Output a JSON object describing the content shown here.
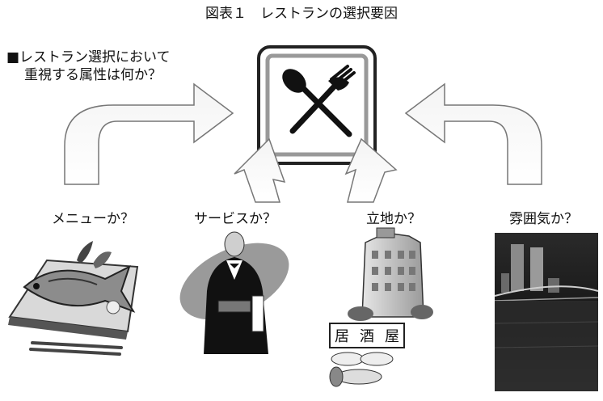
{
  "title": "図表１　レストランの選択要因",
  "question": {
    "line1": "■レストラン選択において",
    "line2": "重視する属性は何か？"
  },
  "factors": {
    "menu": "メニューか？",
    "service": "サービスか？",
    "location": "立地か？",
    "ambience": "雰囲気か？"
  },
  "izakaya_sign": [
    "居",
    "酒",
    "屋"
  ],
  "colors": {
    "arrow_fill": "#ffffff",
    "arrow_stroke": "#777777",
    "sign_border": "#222222",
    "night_sky": "#1a1a1a"
  }
}
